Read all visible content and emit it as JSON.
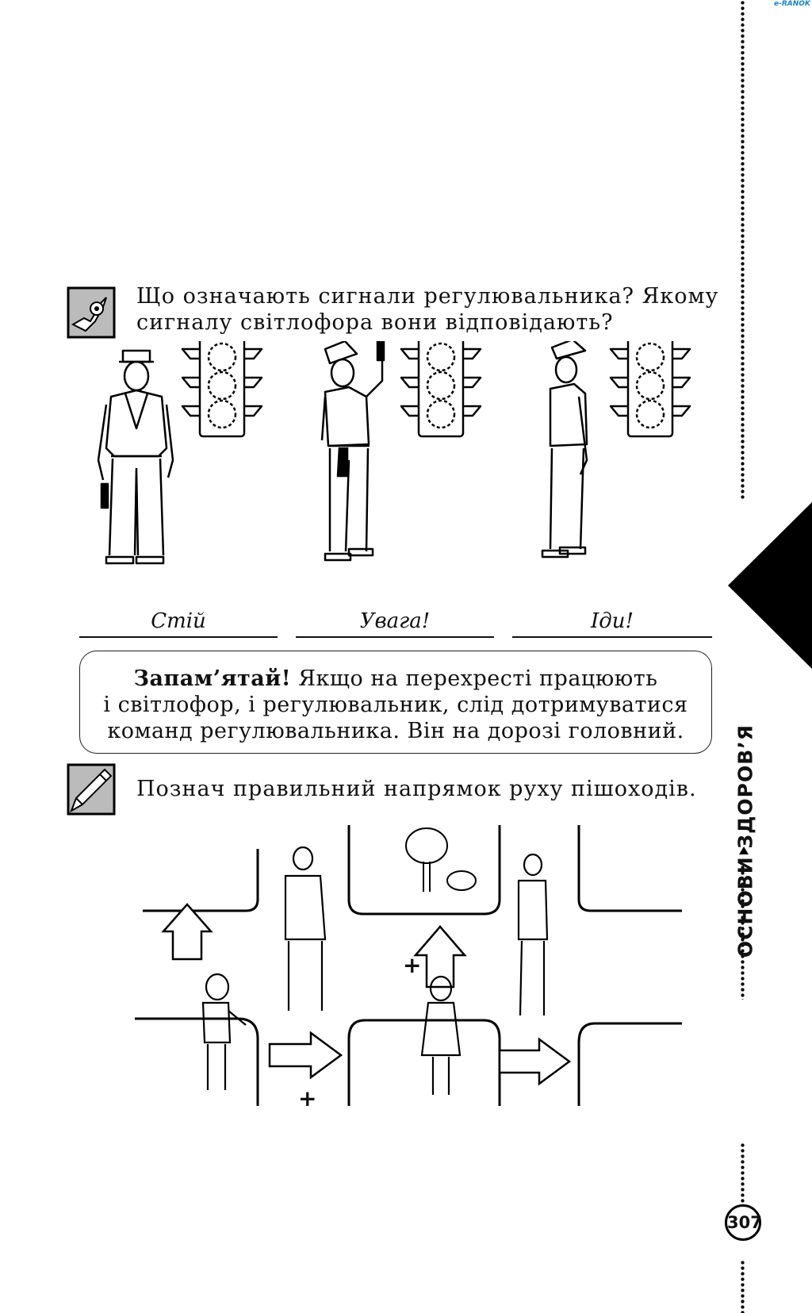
{
  "brand": {
    "logo_text": "e-RANOK"
  },
  "task1": {
    "icon": "compass-task-icon",
    "question": "Що означають сигнали регулювальника? Якому сигналу світлофора вони відповідають?",
    "question_line1": "Що означають сигнали регулювальника? Якому",
    "question_line2": "сигналу світлофора вони відповідають?",
    "answers": [
      "Стій",
      "Увага!",
      "Іди!"
    ]
  },
  "remember": {
    "label": "Запам’ятай!",
    "line1_rest": " Якщо на перехресті працюють",
    "line2": "і світлофор, і регулювальник, слід дотримуватися",
    "line3": "команд регулювальника. Він на дорозі головний."
  },
  "task2": {
    "icon": "pencil-task-icon",
    "instruction": "Познач правильний напрямок руху пішоходів.",
    "marks": [
      "+",
      "+"
    ]
  },
  "sidebar": {
    "section_title": "ОСНОВИ ЗДОРОВ’Я",
    "page_number": "307"
  }
}
